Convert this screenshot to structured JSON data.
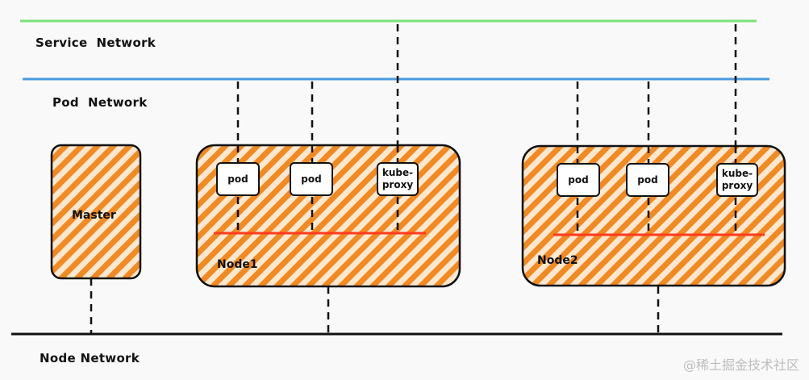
{
  "networks": {
    "service": {
      "label": "Service  Network",
      "color": "#7ee07a"
    },
    "pod": {
      "label": "Pod  Network",
      "color": "#4a9be0"
    },
    "node": {
      "label": "Node Network",
      "color": "#111111"
    }
  },
  "boxes": {
    "master": {
      "label": "Master"
    },
    "node1": {
      "label": "Node1"
    },
    "node2": {
      "label": "Node2"
    },
    "fill_color": "#f08a24",
    "bridge_color": "#ff3b1f"
  },
  "node1_components": [
    {
      "line1": "pod",
      "line2": ""
    },
    {
      "line1": "pod",
      "line2": ""
    },
    {
      "line1": "kube-",
      "line2": "proxy"
    }
  ],
  "node2_components": [
    {
      "line1": "pod",
      "line2": ""
    },
    {
      "line1": "pod",
      "line2": ""
    },
    {
      "line1": "kube-",
      "line2": "proxy"
    }
  ],
  "watermark": "@稀土掘金技术社区"
}
